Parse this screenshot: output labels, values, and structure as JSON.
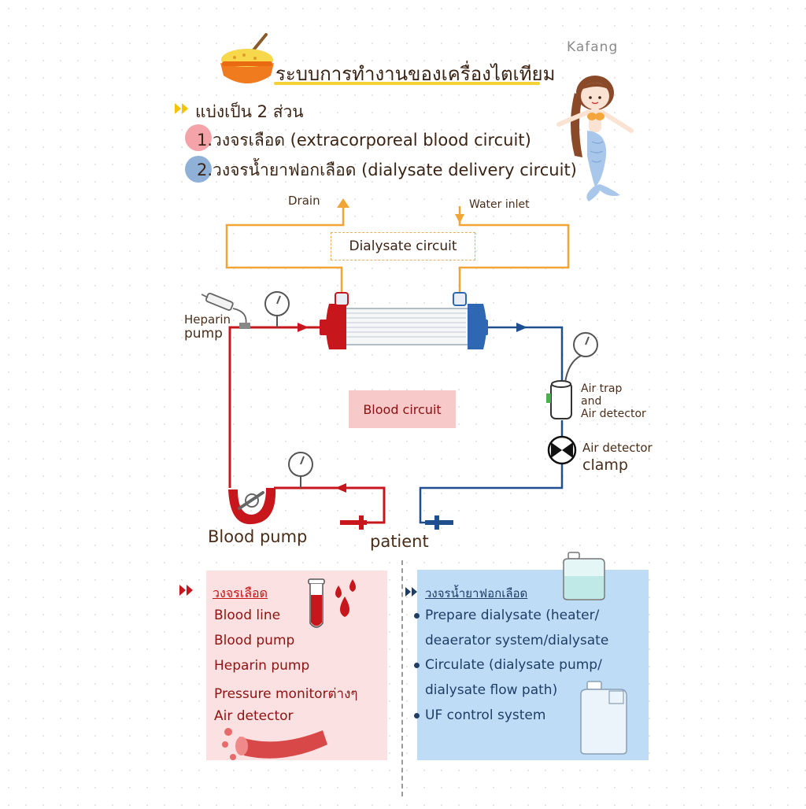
{
  "header": {
    "title": "ระบบการทำงานของเครื่องไตเทียม",
    "author": "Kafang"
  },
  "intro": {
    "heading": "แบ่งเป็น 2 ส่วน",
    "parts": [
      {
        "label": "1.วงจรเลือด (extracorporeal blood circuit)",
        "color": "#f4a3a8"
      },
      {
        "label": "2.วงจรน้ำยาฟอกเลือด (dialysate delivery circuit)",
        "color": "#8fb1d8"
      }
    ]
  },
  "diagram": {
    "drain": "Drain",
    "water_inlet": "Water inlet",
    "dialysate_circuit": "Dialysate circuit",
    "heparin_pump": [
      "Heparin",
      "pump"
    ],
    "blood_circuit": "Blood circuit",
    "air_trap": [
      "Air trap",
      "and",
      "Air detector"
    ],
    "air_detector_clamp": [
      "Air detector",
      "clamp"
    ],
    "blood_pump": "Blood pump",
    "patient": "patient",
    "colors": {
      "blood": "#c8161d",
      "venous": "#1f4f8f",
      "dialysate": "#f0a534"
    }
  },
  "blood_panel": {
    "heading": "วงจรเลือด",
    "items": [
      "Blood line",
      "Blood pump",
      "Heparin pump",
      "Pressure monitorต่างๆ",
      "Air detector"
    ]
  },
  "dialysate_panel": {
    "heading": "วงจรน้ำยาฟอกเลือด",
    "items": [
      "Prepare dialysate (heater/",
      "deaerator system/dialysate",
      "Circulate (dialysate pump/",
      "dialysate flow path)",
      "UF control system"
    ]
  }
}
